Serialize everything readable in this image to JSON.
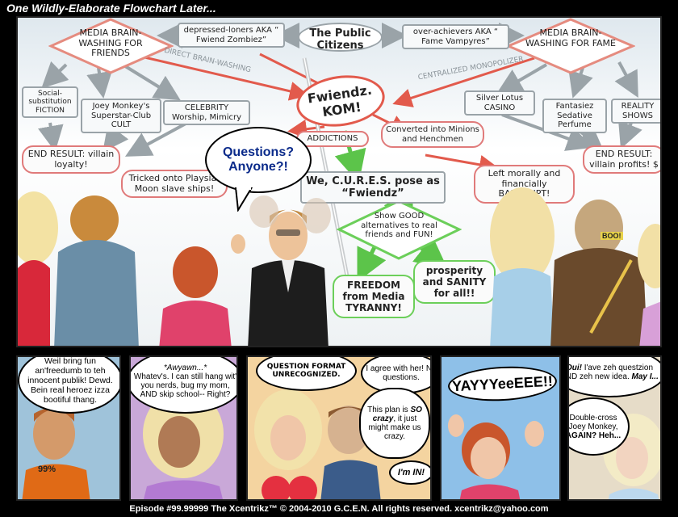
{
  "page_title": "One Wildly-Elaborate Flowchart Later...",
  "flowchart": {
    "public_citizens": "The Public Citizens",
    "media_friends": "MEDIA BRAIN-WASHING FOR FRIENDS",
    "media_fame": "MEDIA BRAIN-WASHING FOR FAME",
    "loners": "depressed-loners AKA “ Fwiend Zombiez”",
    "achievers": "over-achievers AKA “ Fame Vampyres”",
    "direct_label": "DIRECT BRAIN-WASHING",
    "central_label": "CENTRALIZED MONOPOLIZER",
    "fwiendz": "Fwiendz. KOM!",
    "social": "Social-substitution FICTION",
    "joey": "Joey Monkey's Superstar-Club CULT",
    "celebrity": "CELEBRITY Worship, Mimicry",
    "silver": "Silver Lotus CASINO",
    "fantasiez": "Fantasiez Sedative Perfume",
    "reality": "REALITY SHOWS",
    "addictions": "ADDICTIONS",
    "converted": "Converted into Minions and Henchmen",
    "end_loyalty": "END RESULT: villain loyalty!",
    "end_profits": "END RESULT: villain profits! $",
    "tricked": "Tricked onto Playsia-Moon slave ships!",
    "cures": "We, C.U.R.E.S. pose as “Fwiendz”",
    "bankrupt": "Left morally and financially BANKRUPT!",
    "good_alt": "Show GOOD alternatives to real friends and FUN!",
    "freedom": "FREEDOM from Media TYRANNY!",
    "sanity": "prosperity and SANITY for all!!"
  },
  "main_bubble": "Questions? Anyone?!",
  "shirt_text": "BOO!",
  "panel1": {
    "bubble": "Weil bring fun an'freedumb to teh innocent publik! Dewd. Bein real heroez izza bootiful thang.",
    "shirt": "99%"
  },
  "panel2": {
    "bubble_em": "*Awyawn...*",
    "bubble": "Whatev's. I can still hang wit' you nerds, bug my mom, AND skip school-- Right?"
  },
  "panel3": {
    "bubble_a": "QUESTION FORMAT UNRECOGNIZED.",
    "bubble_b": "I agree with her! No questions.",
    "bubble_c1": "This plan is ",
    "bubble_c2": "SO crazy",
    "bubble_c3": ", it just might make us crazy.",
    "bubble_d": "I'm IN!"
  },
  "panel4": {
    "bubble": "YAYYYeeEEE!!"
  },
  "panel5": {
    "bubble_a1": "Oui!",
    "bubble_a2": " I'ave zeh questzion AND zeh new idea. ",
    "bubble_a3": "May I...",
    "bubble_b1": "Double-cross Joey Monkey, ",
    "bubble_b2": "AGAIN?",
    "bubble_b3": " Heh..."
  },
  "footer": "Episode #99.99999 The Xcentrikz™ © 2004-2010 G.C.E.N. All rights reserved. xcentrikz@yahoo.com"
}
